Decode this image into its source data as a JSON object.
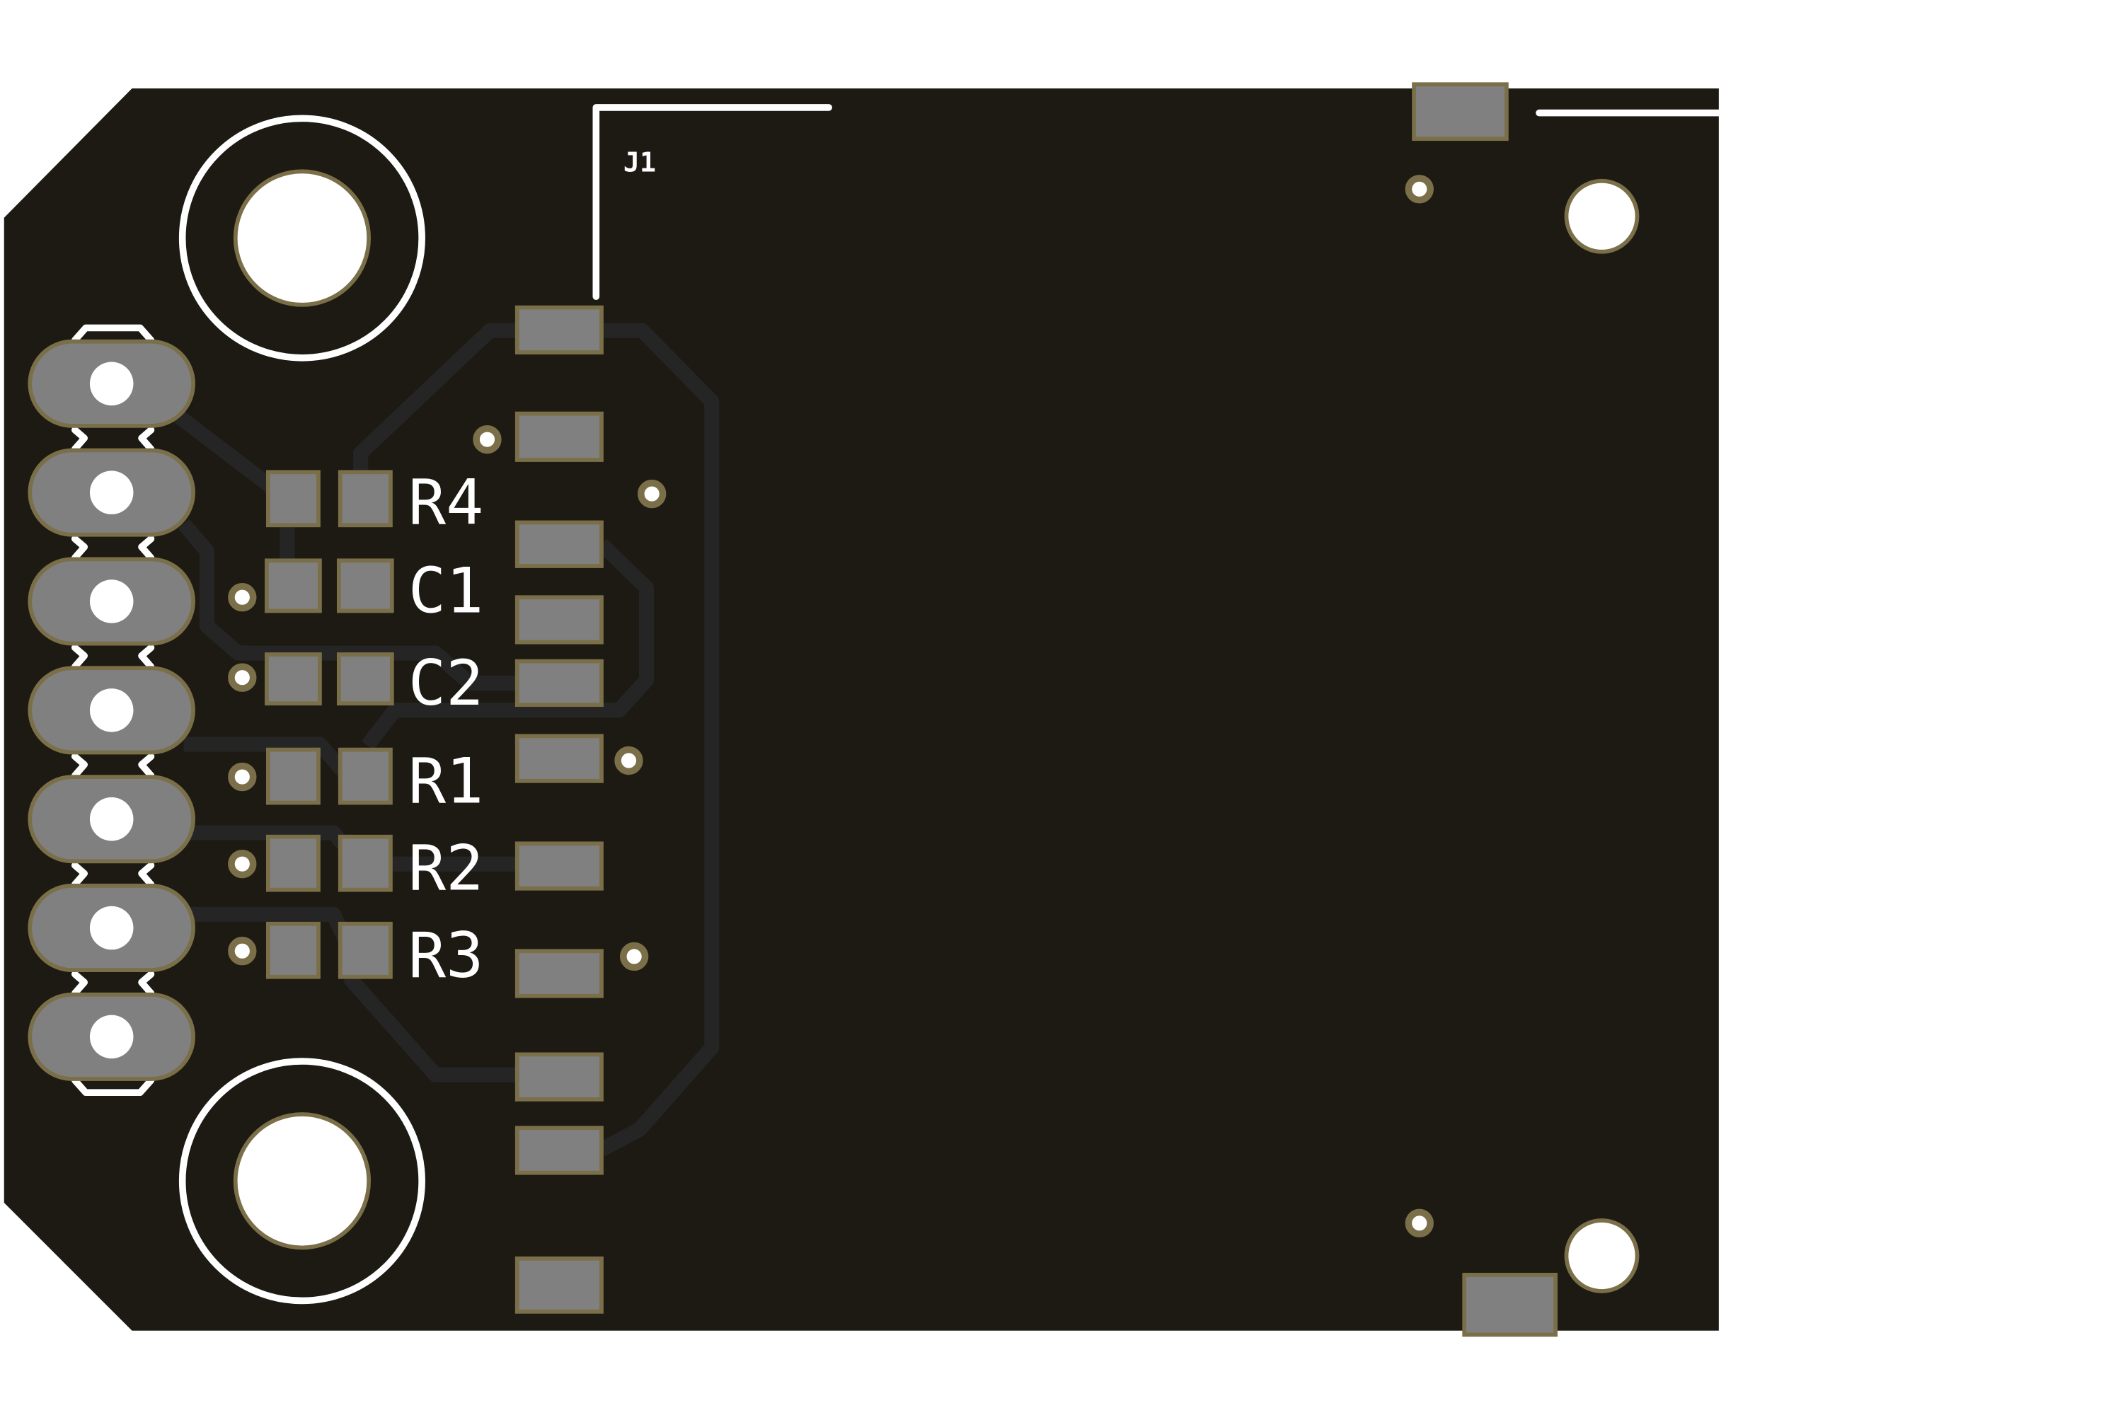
{
  "board": {
    "colors": {
      "substrate": "#1c1a12",
      "pad": "#808080",
      "pad_edge": "#7a6f48",
      "silkscreen": "#ffffff",
      "trace": "#252525"
    },
    "connector_label": "J1",
    "component_labels": [
      "R4",
      "C1",
      "C2",
      "R1",
      "R2",
      "R3"
    ]
  }
}
